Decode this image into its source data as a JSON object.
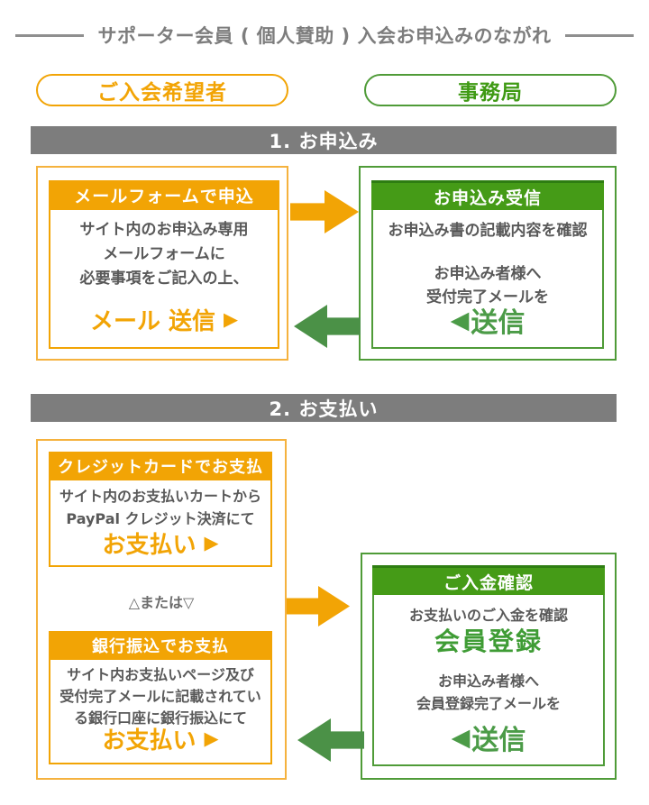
{
  "page": {
    "title": "サポーター会員 ( 個人賛助 ) 入会お申込みのながれ"
  },
  "legend": {
    "applicant": "ご入会希望者",
    "office": "事務局"
  },
  "colors": {
    "orange": "#F2A405",
    "green_header": "#459B17",
    "green_header_top": "#2E7D12",
    "green_arrow": "#4B9147",
    "green_text": "#3F9C35",
    "gray_band": "#7D7D7D",
    "body_text": "#595959"
  },
  "steps": [
    {
      "band": "1. お申込み",
      "applicant": {
        "header": "メールフォームで申込",
        "lines": [
          "サイト内のお申込み専用",
          "メールフォームに",
          "必要事項をご記入の上、"
        ],
        "action": "メール 送信",
        "action_icon": "▶"
      },
      "office": {
        "header": "お申込み受信",
        "note": "お申込み書の記載内容を確認",
        "lines": [
          "お申込み者様へ",
          "受付完了メールを"
        ],
        "action_icon": "◀",
        "action": "送信"
      }
    },
    {
      "band": "2. お支払い",
      "applicant": {
        "option1": {
          "header": "クレジットカードでお支払",
          "lines": [
            "サイト内のお支払いカートから",
            "PayPal クレジット決済にて"
          ],
          "action": "お支払い",
          "action_icon": "▶"
        },
        "separator": "△または▽",
        "option2": {
          "header": "銀行振込でお支払",
          "lines": [
            "サイト内お支払いページ及び",
            "受付完了メールに記載されてい",
            "る銀行口座に銀行振込にて"
          ],
          "action": "お支払い",
          "action_icon": "▶"
        }
      },
      "office": {
        "header": "ご入金確認",
        "note": "お支払いのご入金を確認",
        "highlight": "会員登録",
        "lines": [
          "お申込み者様へ",
          "会員登録完了メールを"
        ],
        "action_icon": "◀",
        "action": "送信"
      }
    }
  ]
}
